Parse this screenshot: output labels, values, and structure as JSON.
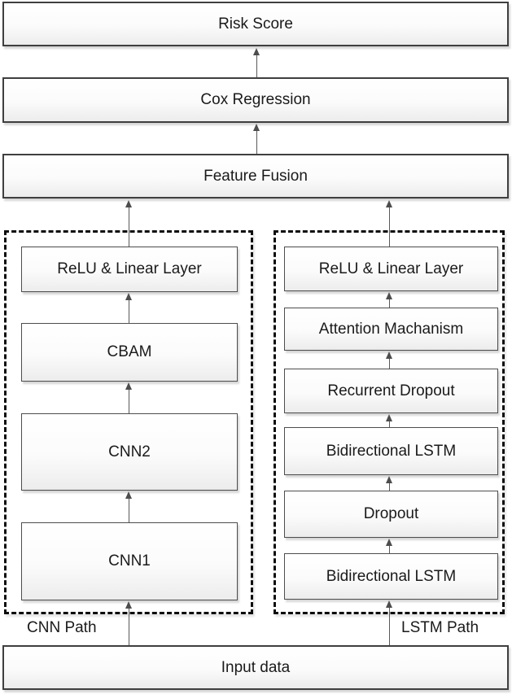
{
  "diagram": {
    "title_boxes": {
      "risk_score": "Risk Score",
      "cox_regression": "Cox Regression",
      "feature_fusion": "Feature Fusion",
      "input_data": "Input data"
    },
    "cnn_path": {
      "label": "CNN Path",
      "layers": [
        {
          "label": "ReLU & Linear Layer"
        },
        {
          "label": "CBAM"
        },
        {
          "label": "CNN2"
        },
        {
          "label": "CNN1"
        }
      ]
    },
    "lstm_path": {
      "label": "LSTM Path",
      "layers": [
        {
          "label": "ReLU & Linear Layer"
        },
        {
          "label": "Attention Machanism"
        },
        {
          "label": "Recurrent Dropout"
        },
        {
          "label": "Bidirectional LSTM"
        },
        {
          "label": "Dropout"
        },
        {
          "label": "Bidirectional LSTM"
        }
      ]
    },
    "colors": {
      "box_border": "#3f3f3f",
      "box_fill_top": "#ffffff",
      "box_fill_bottom": "#ececec",
      "dashed_border": "#0d0d0d",
      "arrow": "#595959",
      "text": "#1a1a1a",
      "background": "#ffffff"
    }
  }
}
